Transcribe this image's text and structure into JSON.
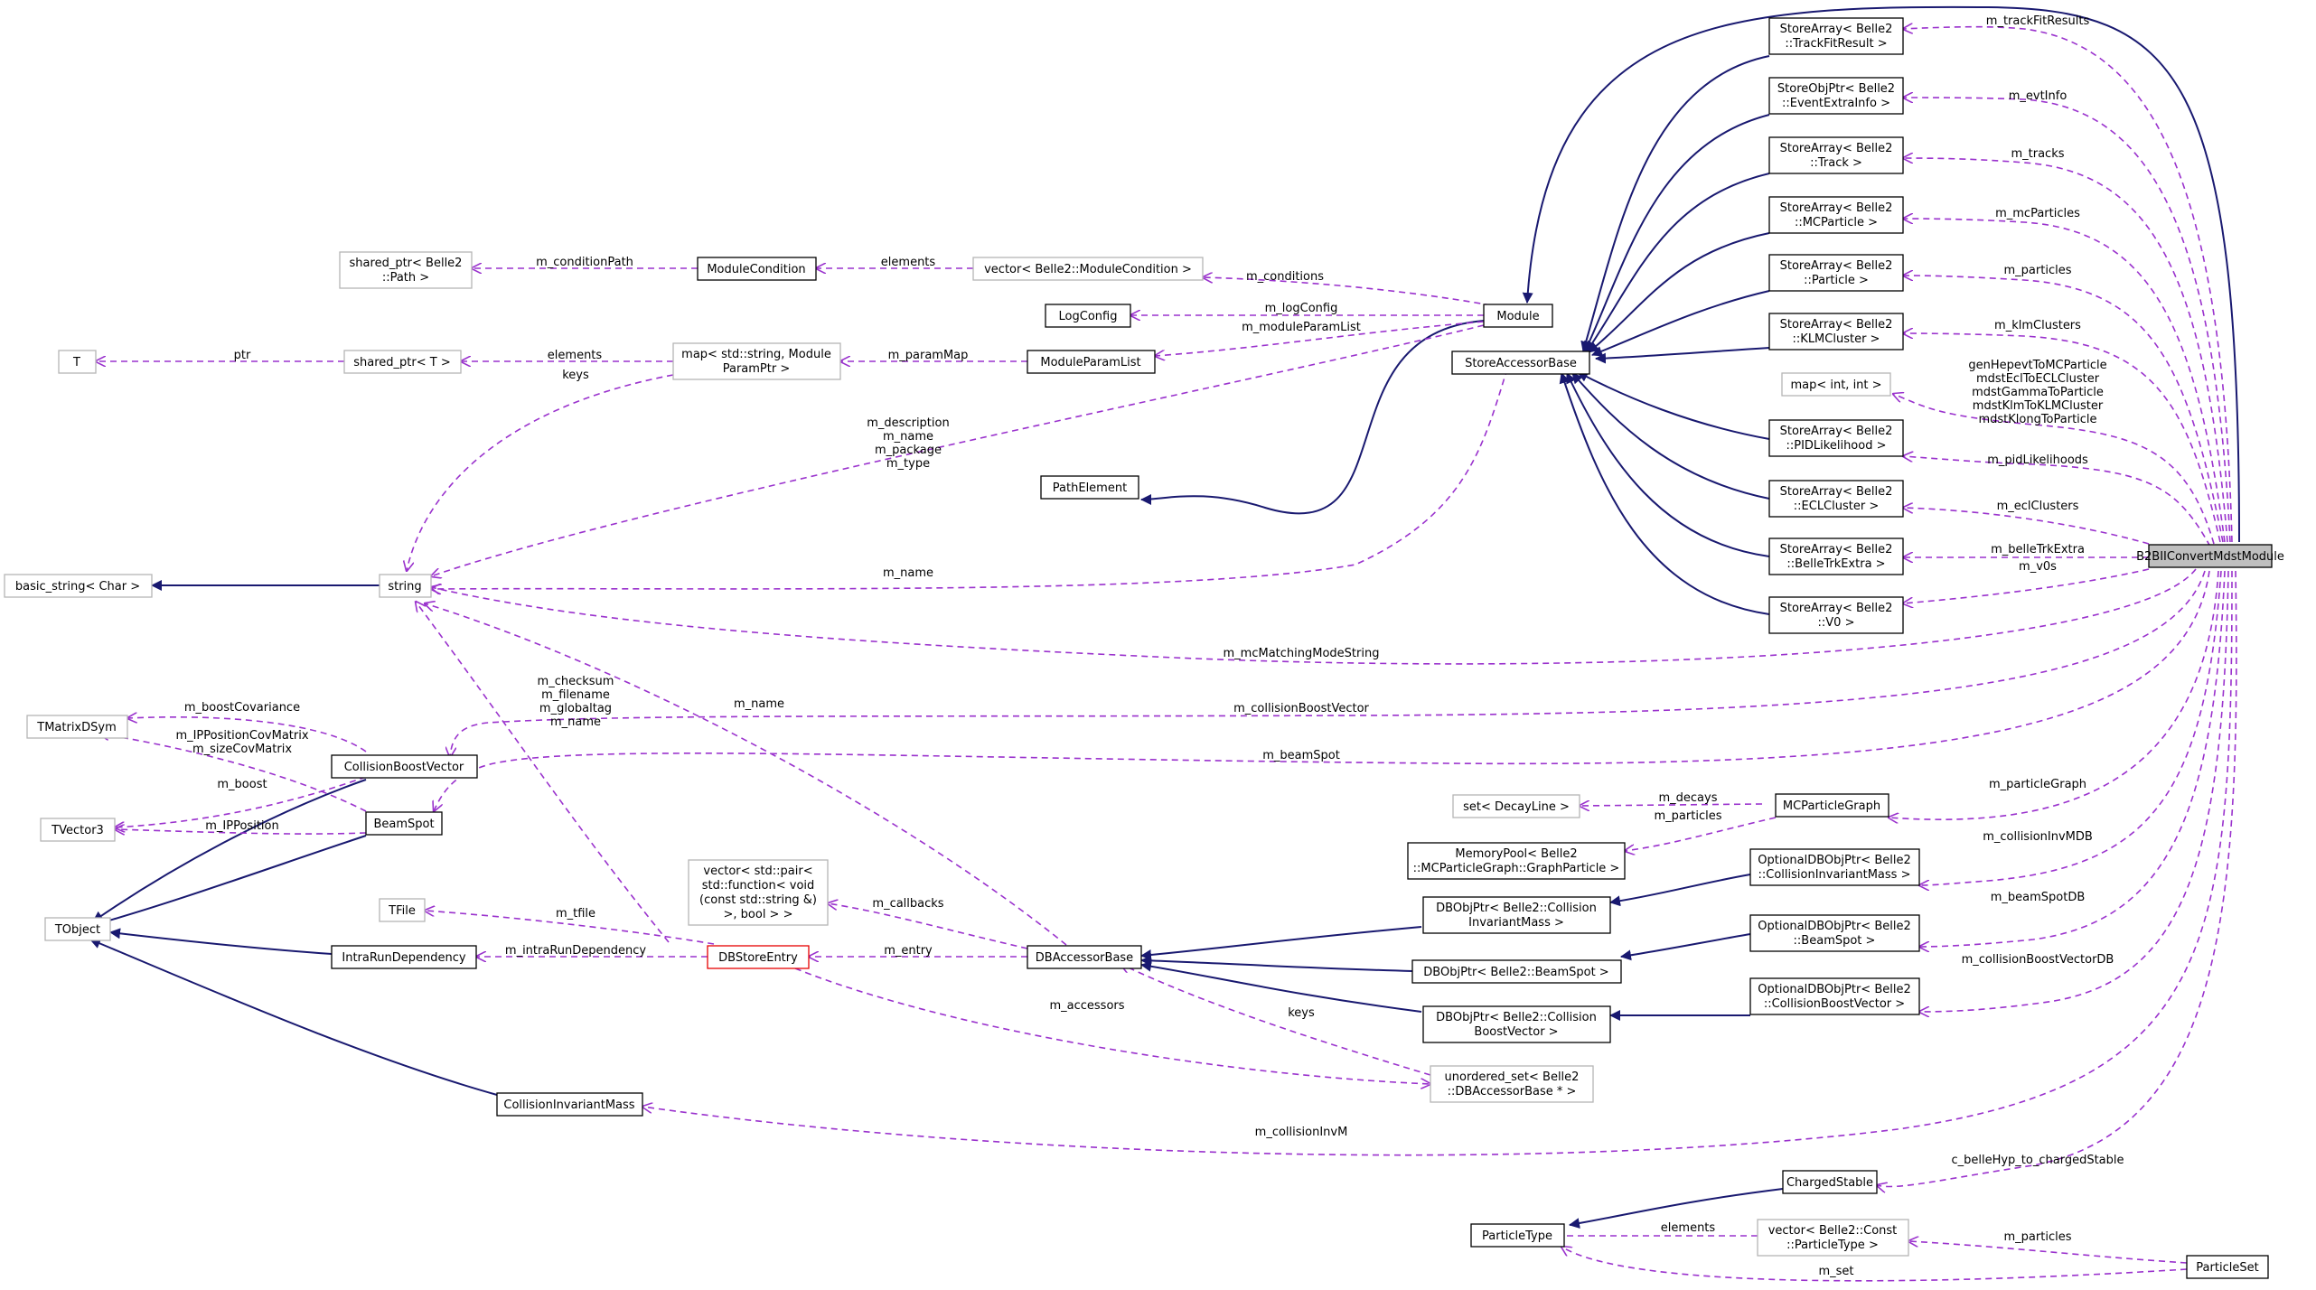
{
  "nodes": {
    "b2bii": "B2BIIConvertMdstModule",
    "module": "Module",
    "pathElement": "PathElement",
    "storeAccessorBase": "StoreAccessorBase",
    "trackFitResult": [
      "StoreArray< Belle2",
      "::TrackFitResult >"
    ],
    "eventExtraInfo": [
      "StoreObjPtr< Belle2",
      "::EventExtraInfo >"
    ],
    "track": [
      "StoreArray< Belle2",
      "::Track >"
    ],
    "mcParticle": [
      "StoreArray< Belle2",
      "::MCParticle >"
    ],
    "particle": [
      "StoreArray< Belle2",
      "::Particle >"
    ],
    "klmCluster": [
      "StoreArray< Belle2",
      "::KLMCluster >"
    ],
    "mapIntInt": "map< int, int >",
    "pidLikelihood": [
      "StoreArray< Belle2",
      "::PIDLikelihood >"
    ],
    "eclCluster": [
      "StoreArray< Belle2",
      "::ECLCluster >"
    ],
    "belleTrkExtra": [
      "StoreArray< Belle2",
      "::BelleTrkExtra >"
    ],
    "v0": [
      "StoreArray< Belle2",
      "::V0 >"
    ],
    "sharedPtrPath": [
      "shared_ptr< Belle2",
      "::Path >"
    ],
    "moduleCondition": "ModuleCondition",
    "vectorModuleCondition": "vector< Belle2::ModuleCondition >",
    "logConfig": "LogConfig",
    "T": "T",
    "sharedPtrT": "shared_ptr< T >",
    "mapModuleParam": [
      "map< std::string, Module",
      "ParamPtr >"
    ],
    "moduleParamList": "ModuleParamList",
    "basicString": "basic_string< Char >",
    "string": "string",
    "tMatrixDSym": "TMatrixDSym",
    "collisionBoostVector": "CollisionBoostVector",
    "tVector3": "TVector3",
    "beamSpot": "BeamSpot",
    "tObject": "TObject",
    "tFile": "TFile",
    "intraRunDependency": "IntraRunDependency",
    "dbStoreEntry": "DBStoreEntry",
    "vectorCallbacks": [
      "vector< std::pair<",
      "std::function< void",
      "(const std::string &)",
      ">, bool > >"
    ],
    "dbAccessorBase": "DBAccessorBase",
    "setDecayLine": "set< DecayLine >",
    "mcParticleGraph": "MCParticleGraph",
    "memoryPool": [
      "MemoryPool< Belle2",
      "::MCParticleGraph::GraphParticle >"
    ],
    "optCollisionInvMass": [
      "OptionalDBObjPtr< Belle2",
      "::CollisionInvariantMass >"
    ],
    "dbObjCollisionInvMass": [
      "DBObjPtr< Belle2::Collision",
      "InvariantMass >"
    ],
    "optBeamSpot": [
      "OptionalDBObjPtr< Belle2",
      "::BeamSpot >"
    ],
    "dbObjBeamSpot": "DBObjPtr< Belle2::BeamSpot >",
    "optCollisionBoostVector": [
      "OptionalDBObjPtr< Belle2",
      "::CollisionBoostVector >"
    ],
    "dbObjCollisionBoostVector": [
      "DBObjPtr< Belle2::Collision",
      "BoostVector >"
    ],
    "unorderedSet": [
      "unordered_set< Belle2",
      "::DBAccessorBase * >"
    ],
    "collisionInvariantMass": "CollisionInvariantMass",
    "chargedStable": "ChargedStable",
    "particleType": "ParticleType",
    "vectorParticleType": [
      "vector< Belle2::Const",
      "::ParticleType >"
    ],
    "particleSet": "ParticleSet"
  },
  "edge_labels": {
    "trackFitResults": "m_trackFitResults",
    "evtInfo": "m_evtInfo",
    "tracks": "m_tracks",
    "mcParticles": "m_mcParticles",
    "particles": "m_particles",
    "klmClusters": "m_klmClusters",
    "mapNames": [
      "genHepevtToMCParticle",
      "mdstEclToECLCluster",
      "mdstGammaToParticle",
      "mdstKlmToKLMCluster",
      "mdstKlongToParticle"
    ],
    "pidLikelihoods": "m_pidLikelihoods",
    "eclClusters": "m_eclClusters",
    "belleTrkExtra": "m_belleTrkExtra",
    "v0s": "m_v0s",
    "mcMatchingModeString": "m_mcMatchingModeString",
    "collisionBoostVector": "m_collisionBoostVector",
    "beamSpot": "m_beamSpot",
    "particleGraph": "m_particleGraph",
    "collisionInvMDB": "m_collisionInvMDB",
    "beamSpotDB": "m_beamSpotDB",
    "collisionBoostVectorDB": "m_collisionBoostVectorDB",
    "collisionInvM": "m_collisionInvM",
    "belleHypToChargedStable": "c_belleHyp_to_chargedStable",
    "conditionPath": "m_conditionPath",
    "elements1": "elements",
    "conditions": "m_conditions",
    "logConfig": "m_logConfig",
    "moduleParamList": "m_moduleParamList",
    "ptr": "ptr",
    "elements2": "elements",
    "paramMap": "m_paramMap",
    "keys1": "keys",
    "moduleStrings": [
      "m_description",
      "m_name",
      "m_package",
      "m_type"
    ],
    "name1": "m_name",
    "dbStrings": [
      "m_checksum",
      "m_filename",
      "m_globaltag",
      "m_name"
    ],
    "name2": "m_name",
    "boostCovariance": "m_boostCovariance",
    "ipCov": [
      "m_IPPositionCovMatrix",
      "m_sizeCovMatrix"
    ],
    "boost": "m_boost",
    "ipPosition": "m_IPPosition",
    "tfile": "m_tfile",
    "intraRunDependency": "m_intraRunDependency",
    "callbacks": "m_callbacks",
    "entry": "m_entry",
    "accessors": "m_accessors",
    "keys2": "keys",
    "decays": "m_decays",
    "particles2": "m_particles",
    "elements3": "elements",
    "particles3": "m_particles",
    "set": "m_set"
  },
  "colors": {
    "inheritance": "#191970",
    "usage": "#9a32cd",
    "highlight": "#bfbfbf",
    "undocumented_border": "#b5b5b5",
    "incomplete_border": "#e60000"
  }
}
